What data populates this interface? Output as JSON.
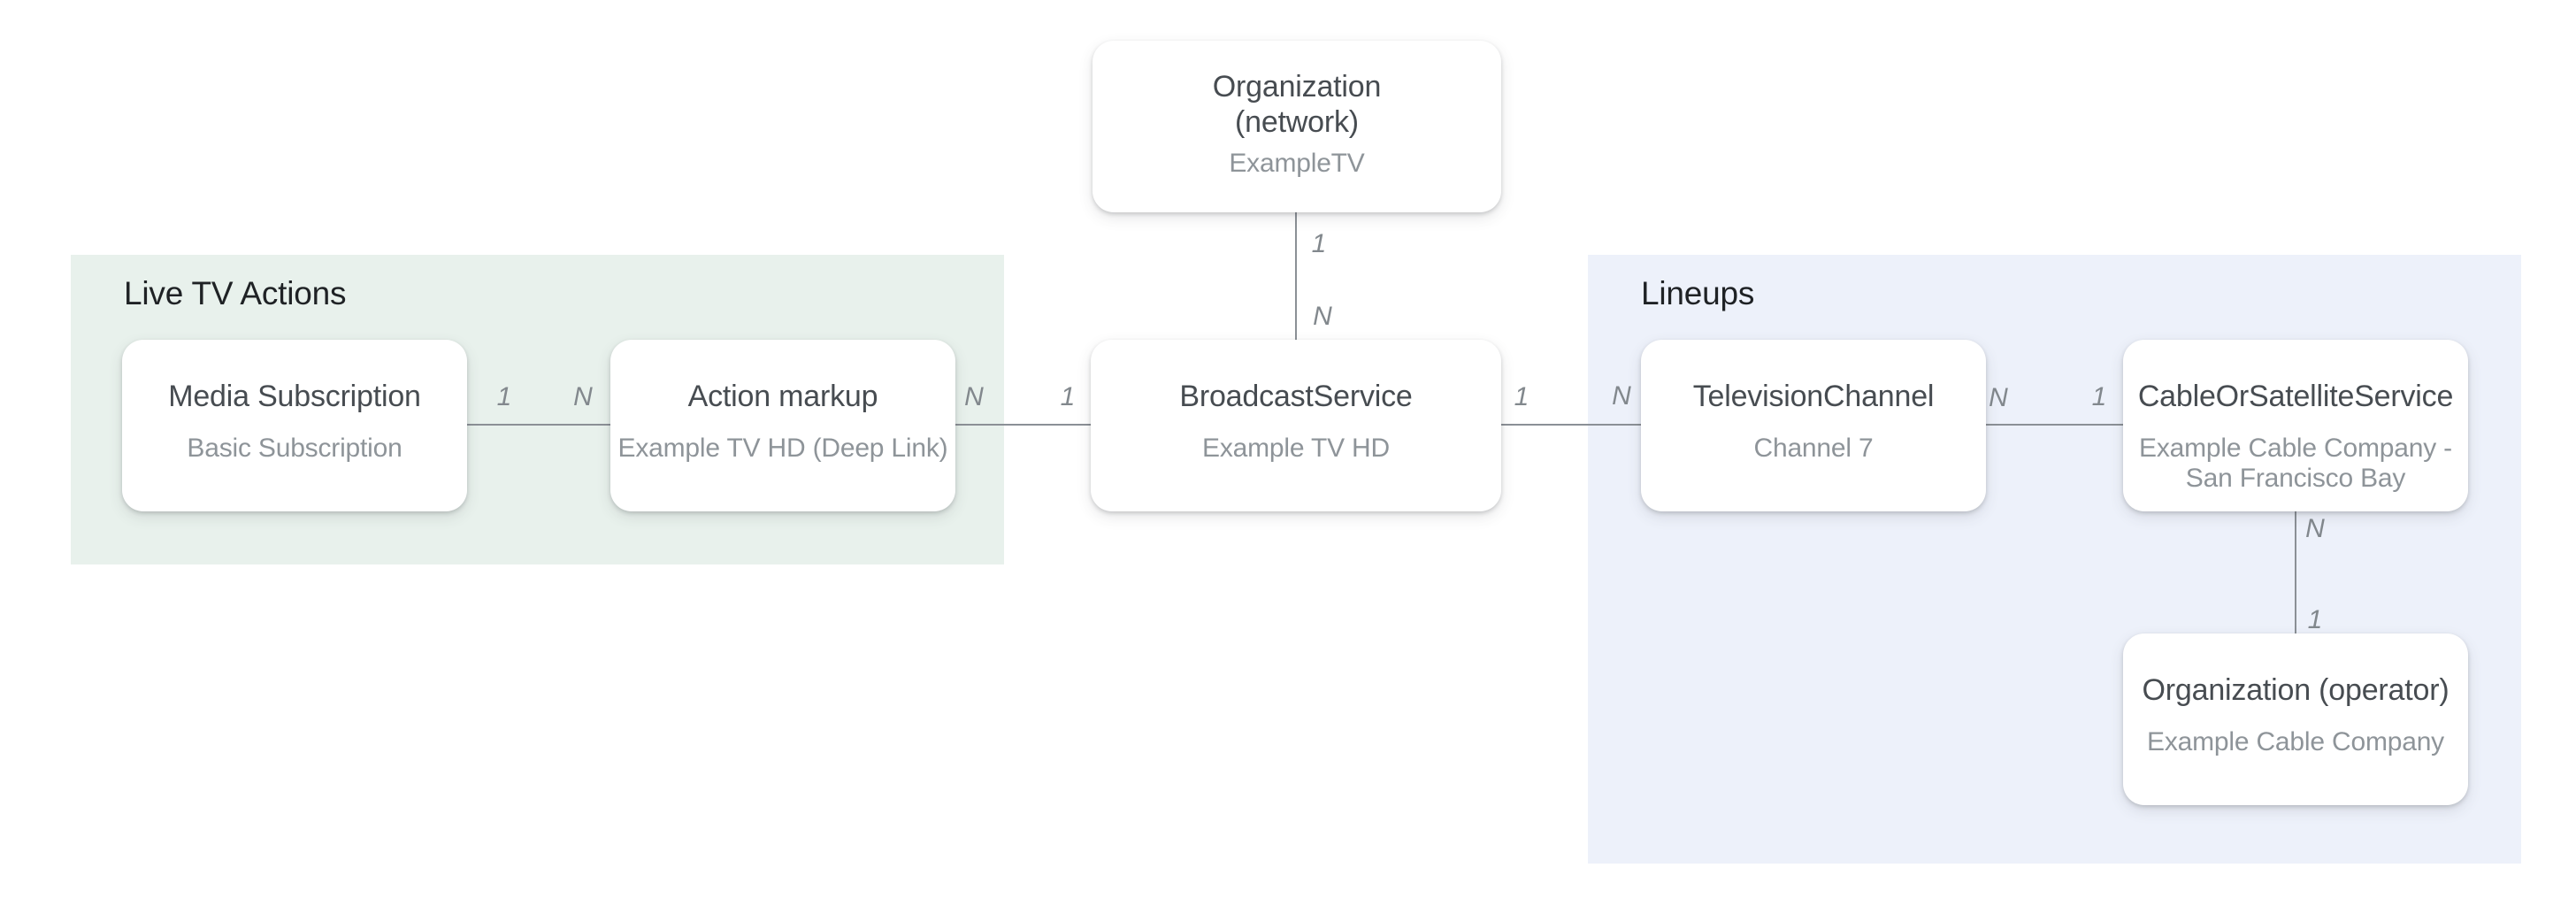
{
  "diagram": {
    "description_title": "TV listings structured data relationship diagram",
    "colors": {
      "background": "#ffffff",
      "group_live_tv_actions_bg": "#e8f1ec",
      "group_lineups_bg": "#edf1fa",
      "connector_line": "#8b9096",
      "node_title_text": "#474c51",
      "node_subtitle_text": "#8e9499",
      "group_title_text": "#1f2225",
      "cardinality_text": "#82888d"
    }
  },
  "groups": [
    {
      "id": "live-tv-actions",
      "label": "Live TV Actions"
    },
    {
      "id": "lineups",
      "label": "Lineups"
    }
  ],
  "nodes": [
    {
      "id": "org-network",
      "title": "Organization (network)",
      "title_lines": [
        "Organization",
        "(network)"
      ],
      "subtitle": "ExampleTV",
      "subtitle_lines": [
        "ExampleTV"
      ]
    },
    {
      "id": "media-subscription",
      "title": "Media Subscription",
      "title_lines": [
        "Media Subscription"
      ],
      "subtitle": "Basic Subscription",
      "subtitle_lines": [
        "Basic Subscription"
      ]
    },
    {
      "id": "action-markup",
      "title": "Action markup",
      "title_lines": [
        "Action markup"
      ],
      "subtitle": "Example TV HD (Deep Link)",
      "subtitle_lines": [
        "Example TV HD (Deep Link)"
      ]
    },
    {
      "id": "broadcast-service",
      "title": "BroadcastService",
      "title_lines": [
        "BroadcastService"
      ],
      "subtitle": "Example TV HD",
      "subtitle_lines": [
        "Example TV HD"
      ]
    },
    {
      "id": "television-channel",
      "title": "TelevisionChannel",
      "title_lines": [
        "TelevisionChannel"
      ],
      "subtitle": "Channel 7",
      "subtitle_lines": [
        "Channel 7"
      ]
    },
    {
      "id": "cable-or-satellite-service",
      "title": "CableOrSatelliteService",
      "title_lines": [
        "CableOrSatelliteService"
      ],
      "subtitle": "Example Cable Company - San Francisco Bay",
      "subtitle_lines": [
        "Example Cable Company -",
        "San Francisco Bay"
      ]
    },
    {
      "id": "org-operator",
      "title": "Organization (operator)",
      "title_lines": [
        "Organization (operator)"
      ],
      "subtitle": "Example Cable Company",
      "subtitle_lines": [
        "Example Cable Company"
      ]
    }
  ],
  "edges": [
    {
      "from": "org-network",
      "to": "broadcast-service",
      "from_label": "1",
      "to_label": "N",
      "orientation": "vertical"
    },
    {
      "from": "media-subscription",
      "to": "action-markup",
      "from_label": "1",
      "to_label": "N",
      "orientation": "horizontal"
    },
    {
      "from": "action-markup",
      "to": "broadcast-service",
      "from_label": "N",
      "to_label": "1",
      "orientation": "horizontal"
    },
    {
      "from": "broadcast-service",
      "to": "television-channel",
      "from_label": "1",
      "to_label": "N",
      "orientation": "horizontal"
    },
    {
      "from": "television-channel",
      "to": "cable-or-satellite-service",
      "from_label": "N",
      "to_label": "1",
      "orientation": "horizontal"
    },
    {
      "from": "cable-or-satellite-service",
      "to": "org-operator",
      "from_label": "N",
      "to_label": "1",
      "orientation": "vertical"
    }
  ]
}
